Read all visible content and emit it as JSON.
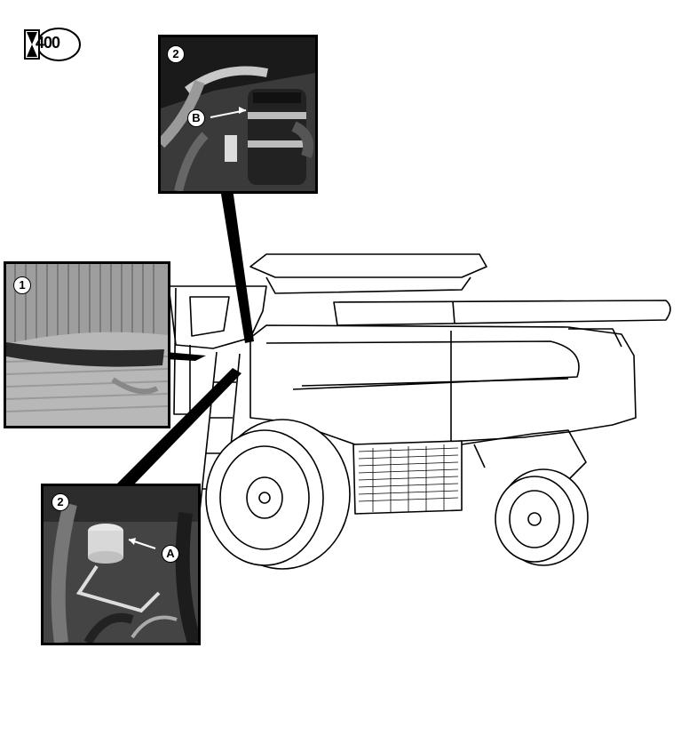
{
  "service_interval": {
    "hours": "400",
    "icon": "hourglass-icon"
  },
  "inset_top": {
    "number": "2",
    "callout": "B"
  },
  "inset_left": {
    "number": "1"
  },
  "inset_bottom": {
    "number": "2",
    "callout": "A"
  },
  "colors": {
    "line": "#000000",
    "paper": "#ffffff",
    "photo_dark": "#1a1a1a",
    "photo_mid": "#7a7a7a",
    "photo_light": "#d8d8d8"
  }
}
